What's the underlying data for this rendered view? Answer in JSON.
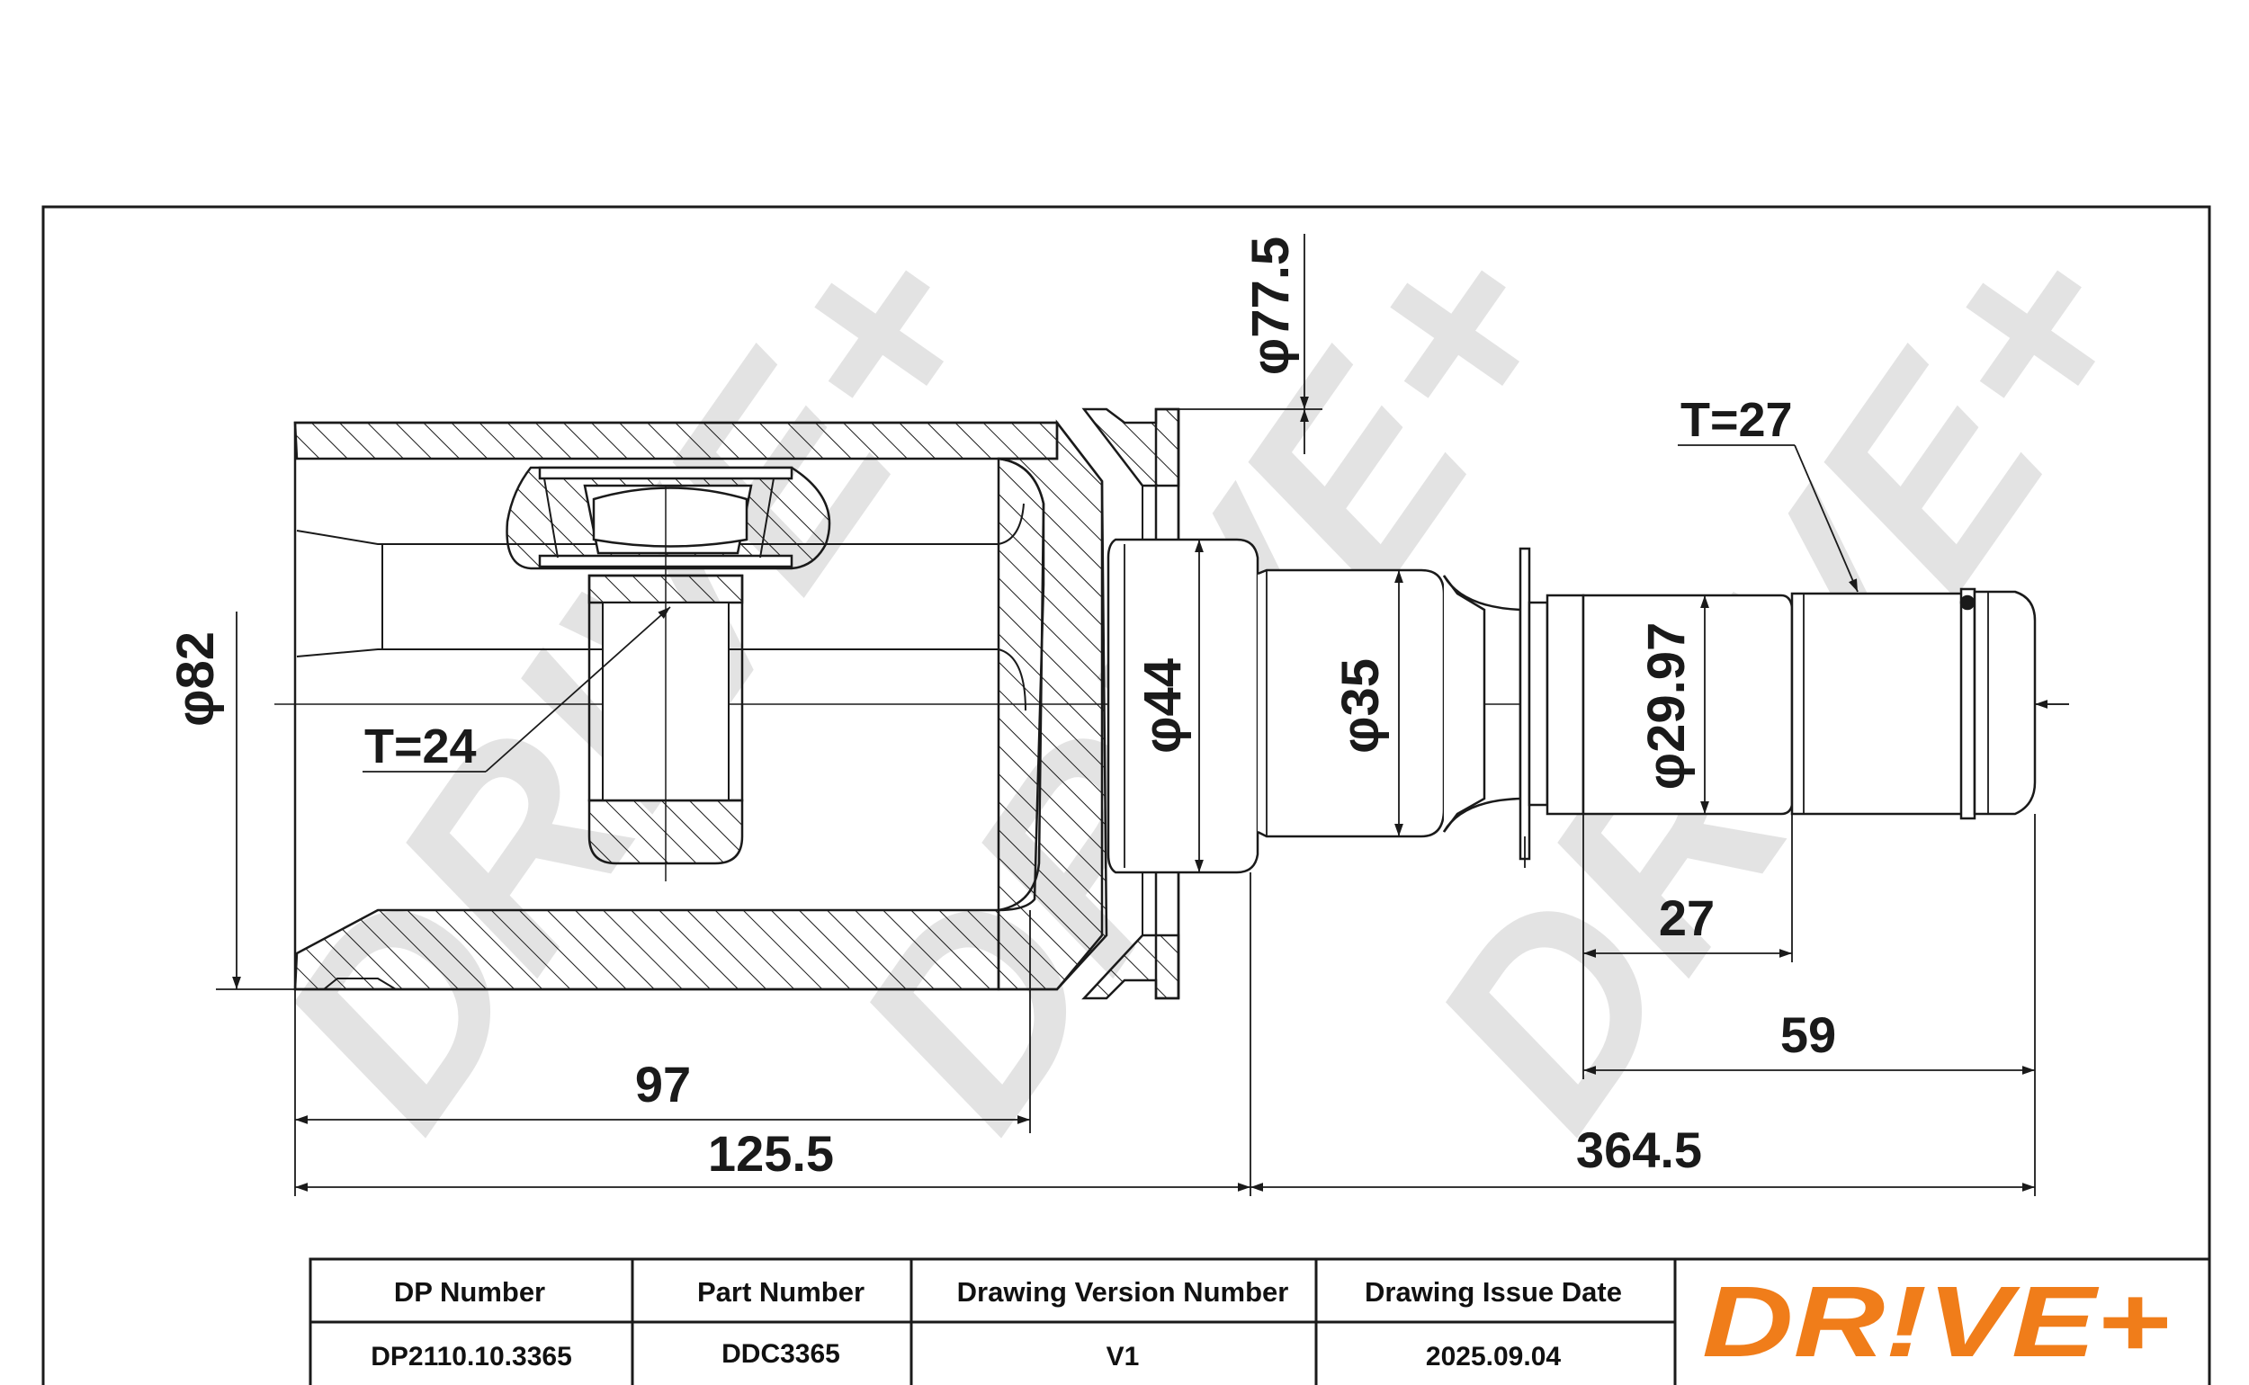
{
  "drawing": {
    "watermark": "DR!VE+",
    "dimensions": {
      "phi_77_5": "φ77.5",
      "phi_82": "φ82",
      "phi_44": "φ44",
      "phi_35": "φ35",
      "phi_29_97": "φ29.97",
      "t_24": "T=24",
      "t_27": "T=27",
      "len_97": "97",
      "len_125_5": "125.5",
      "len_364_5": "364.5",
      "len_27": "27",
      "len_59": "59"
    }
  },
  "title_block": {
    "headers": [
      "DP Number",
      "Part Number",
      "Drawing Version Number",
      "Drawing Issue Date"
    ],
    "values": [
      "DP2110.10.3365",
      "DDC3365",
      "V1",
      "2025.09.04"
    ],
    "logo": "DR!VE+",
    "logo_color": "#f07d1a"
  }
}
